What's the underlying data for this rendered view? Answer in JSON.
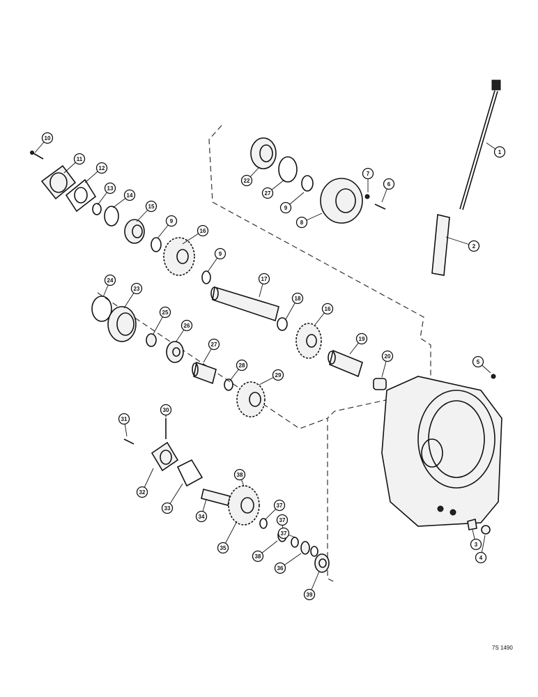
{
  "callouts": [
    "10",
    "11",
    "12",
    "13",
    "14",
    "15",
    "9",
    "16",
    "9",
    "24",
    "23",
    "25",
    "26",
    "27",
    "28",
    "29",
    "17",
    "18",
    "16",
    "19",
    "20",
    "22",
    "27",
    "9",
    "8",
    "7",
    "6",
    "1",
    "2",
    "5",
    "31",
    "30",
    "32",
    "33",
    "34",
    "38",
    "35",
    "37",
    "37",
    "37",
    "38",
    "36",
    "39",
    "3",
    "4"
  ],
  "figure_id": "7S 1490"
}
